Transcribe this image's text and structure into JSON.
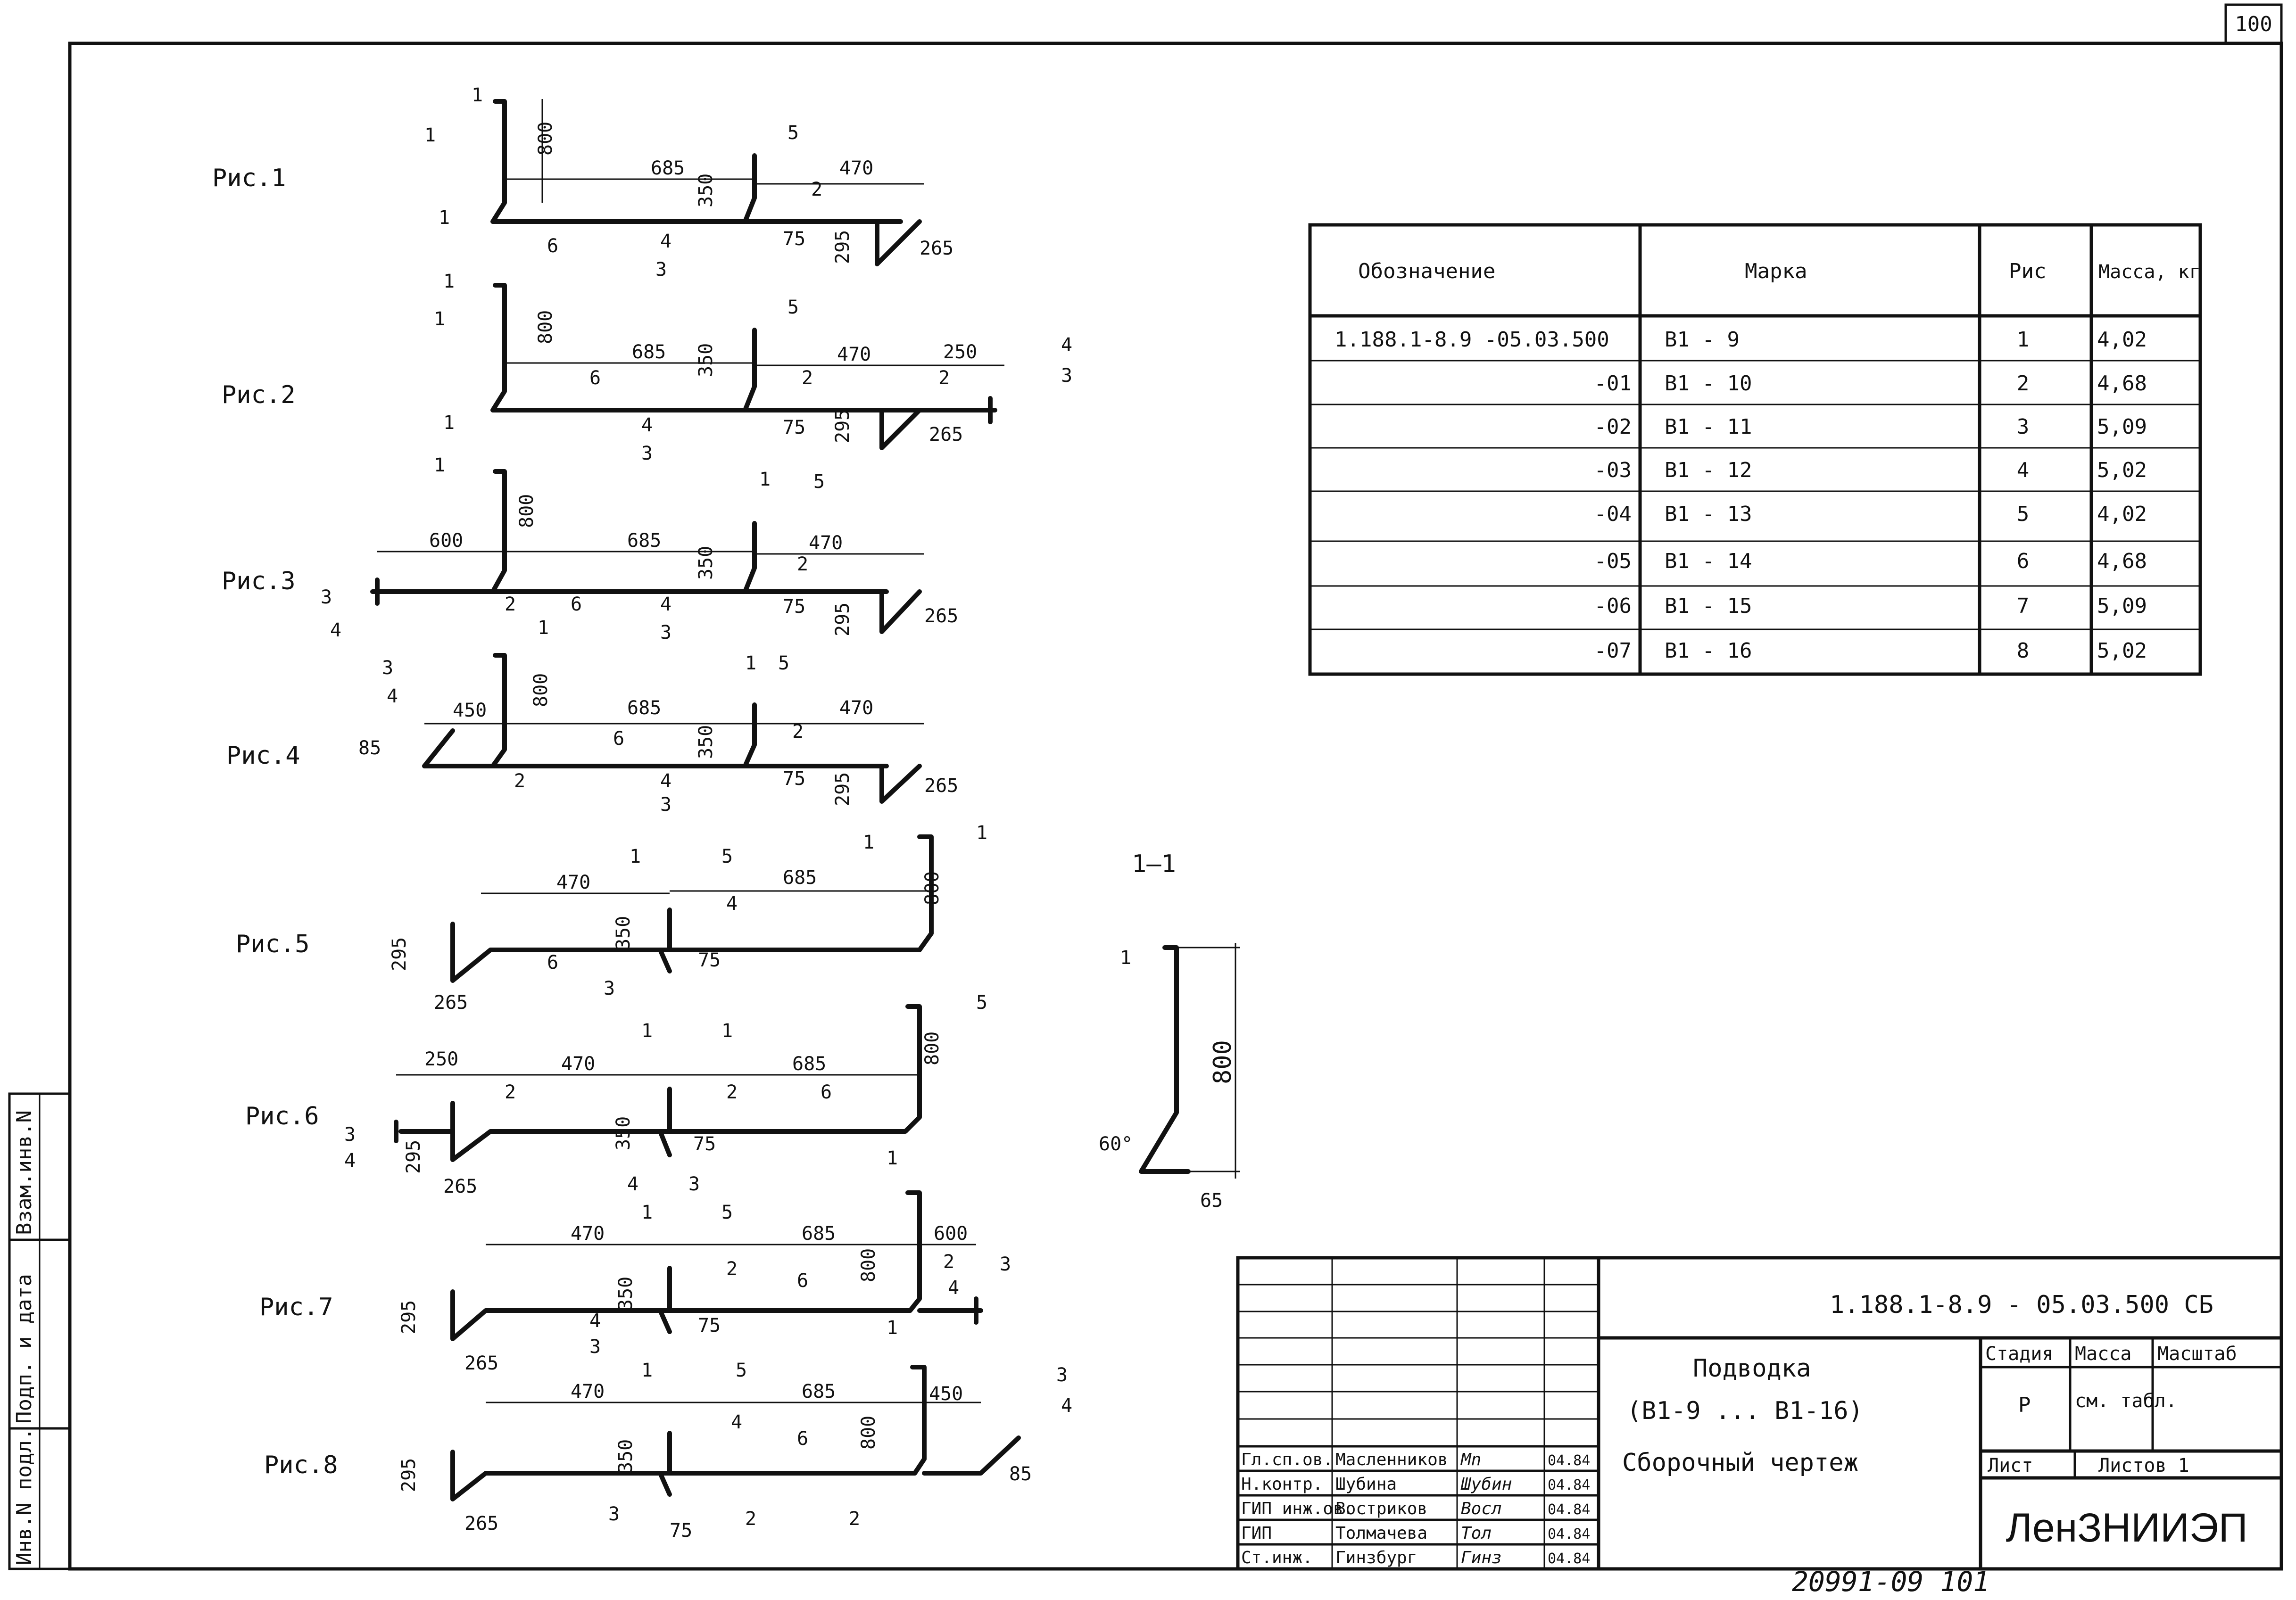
{
  "sheet_number": "100",
  "bottom_code": "20991-09 101",
  "side_stamp": [
    "Инв.N подл.",
    "Подп. и дата",
    "Взам.инв.N"
  ],
  "figures": [
    {
      "label": "Рис.1",
      "dims": [
        "685",
        "470",
        "800",
        "350",
        "295",
        "265",
        "75"
      ],
      "callouts": [
        "1",
        "1",
        "1",
        "5",
        "2",
        "6",
        "4",
        "3"
      ]
    },
    {
      "label": "Рис.2",
      "dims": [
        "685",
        "470",
        "250",
        "800",
        "350",
        "295",
        "265",
        "75"
      ],
      "callouts": [
        "1",
        "1",
        "5",
        "6",
        "2",
        "2",
        "4",
        "3",
        "4",
        "3"
      ]
    },
    {
      "label": "Рис.3",
      "dims": [
        "600",
        "685",
        "470",
        "800",
        "350",
        "295",
        "265",
        "75"
      ],
      "callouts": [
        "1",
        "1",
        "1",
        "5",
        "2",
        "6",
        "4",
        "3",
        "3",
        "4",
        "2"
      ]
    },
    {
      "label": "Рис.4",
      "dims": [
        "450",
        "685",
        "470",
        "800",
        "350",
        "295",
        "265",
        "85",
        "75"
      ],
      "callouts": [
        "3",
        "4",
        "1",
        "1",
        "5",
        "6",
        "2",
        "4",
        "3",
        "2"
      ]
    },
    {
      "label": "Рис.5",
      "dims": [
        "470",
        "685",
        "800",
        "350",
        "295",
        "265",
        "75"
      ],
      "callouts": [
        "1",
        "1",
        "1",
        "5",
        "4",
        "6",
        "3"
      ]
    },
    {
      "label": "Рис.6",
      "dims": [
        "250",
        "470",
        "685",
        "800",
        "350",
        "295",
        "265",
        "75"
      ],
      "callouts": [
        "1",
        "1",
        "5",
        "2",
        "2",
        "6",
        "3",
        "4",
        "4",
        "3"
      ]
    },
    {
      "label": "Рис.7",
      "dims": [
        "470",
        "685",
        "600",
        "800",
        "350",
        "295",
        "265",
        "75"
      ],
      "callouts": [
        "1",
        "5",
        "2",
        "6",
        "2",
        "4",
        "3",
        "4",
        "3",
        "1"
      ]
    },
    {
      "label": "Рис.8",
      "dims": [
        "470",
        "685",
        "450",
        "800",
        "350",
        "295",
        "265",
        "75",
        "85"
      ],
      "callouts": [
        "1",
        "5",
        "4",
        "6",
        "3",
        "2",
        "2",
        "1",
        "3",
        "4"
      ]
    }
  ],
  "section": {
    "title": "1—1",
    "dim_height": "800",
    "angle": "60°",
    "dim_base": "65",
    "callout": "1"
  },
  "spec_table": {
    "headers": [
      "Обозначение",
      "Марка",
      "Рис",
      "Масса, кг"
    ],
    "rows": [
      [
        "1.188.1-8.9   -05.03.500",
        "В1 - 9",
        "1",
        "4,02"
      ],
      [
        "-01",
        "В1 - 10",
        "2",
        "4,68"
      ],
      [
        "-02",
        "В1 - 11",
        "3",
        "5,09"
      ],
      [
        "-03",
        "В1 - 12",
        "4",
        "5,02"
      ],
      [
        "-04",
        "В1 - 13",
        "5",
        "4,02"
      ],
      [
        "-05",
        "В1 - 14",
        "6",
        "4,68"
      ],
      [
        "-06",
        "В1 - 15",
        "7",
        "5,09"
      ],
      [
        "-07",
        "В1 - 16",
        "8",
        "5,02"
      ]
    ]
  },
  "title_block": {
    "doc_code": "1.188.1-8.9  - 05.03.500 СБ",
    "name_line1": "Подводка",
    "name_line2": "(В1-9 ...  В1-16)",
    "name_line3": "Сборочный чертеж",
    "stage_header": "Стадия",
    "mass_header": "Масса",
    "scale_header": "Масштаб",
    "stage_value": "Р",
    "mass_value": "см. табл.",
    "sheet_label": "Лист",
    "sheets_label": "Листов 1",
    "org": "ЛенЗНИИЭП",
    "signers": [
      {
        "role": "Гл.сп.ов.",
        "name": "Масленников",
        "sign": "Мn",
        "date": "04.84"
      },
      {
        "role": "Н.контр.",
        "name": "Шубина",
        "sign": "Шубин",
        "date": "04.84"
      },
      {
        "role": "ГИП инж.ов.",
        "name": "Востриков",
        "sign": "Восл",
        "date": "04.84"
      },
      {
        "role": "ГИП",
        "name": "Толмачева",
        "sign": "Тол",
        "date": "04.84"
      },
      {
        "role": "Ст.инж.",
        "name": "Гинзбург",
        "sign": "Гинз",
        "date": "04.84"
      }
    ]
  }
}
